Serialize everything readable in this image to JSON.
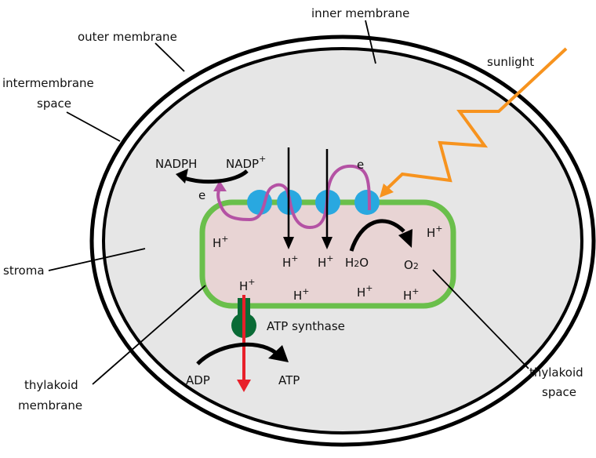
{
  "title": "Chloroplast light reactions diagram",
  "colors": {
    "stroma": "#e6e6e6",
    "thylakoid_space": "#e8d4d4",
    "thylakoid_membrane": "#6abf4b",
    "photosystem": "#29a8e0",
    "electron_path": "#b452a4",
    "sunlight": "#f7931e",
    "atp_synthase": "#0a6b36",
    "proton_flow": "#e8202a",
    "outline": "#000000"
  },
  "labels": {
    "outer_membrane": "outer membrane",
    "inner_membrane": "inner membrane",
    "intermembrane_1": "intermembrane",
    "intermembrane_2": "space",
    "sunlight": "sunlight",
    "stroma": "stroma",
    "thylakoid_membrane_1": "thylakoid",
    "thylakoid_membrane_2": "membrane",
    "thylakoid_space_1": "thylakoid",
    "thylakoid_space_2": "space",
    "atp_synthase": "ATP synthase"
  },
  "chem": {
    "nadph": "NADPH",
    "nadp": "NADP",
    "plus": "+",
    "e": "e",
    "h": "H",
    "h2o_h": "H",
    "h2o_2": "2",
    "h2o_o": "O",
    "o2_o": "O",
    "o2_2": "2",
    "adp": "ADP",
    "atp": "ATP"
  }
}
